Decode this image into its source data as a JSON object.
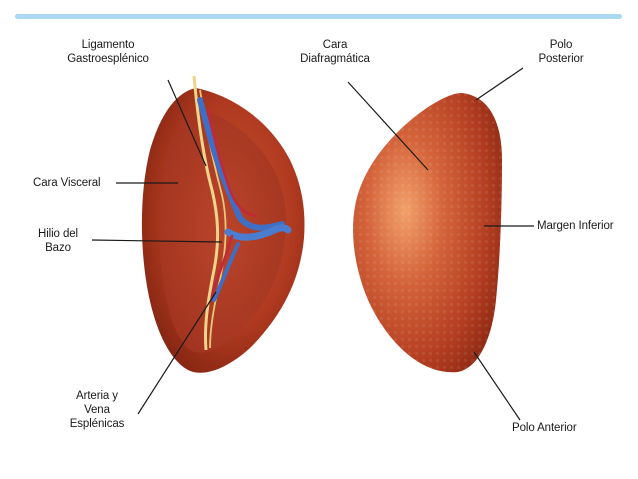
{
  "labels": {
    "ligamento": "Ligamento\nGastroesplénico",
    "cara_visceral": "Cara Visceral",
    "hilio": "Hilio del\nBazo",
    "arteria_vena": "Arteria y\nVena\nEsplénicas",
    "cara_diafragmatica": "Cara\nDiafragmática",
    "polo_posterior": "Polo\nPosterior",
    "margen_inferior": "Margen Inferior",
    "polo_anterior": "Polo Anterior"
  },
  "colors": {
    "accent_bar": "#a9daf2",
    "spleen_dark": "#8e2612",
    "spleen_mid": "#b53d22",
    "spleen_light": "#e88a5a",
    "vein": "#3f6fc4",
    "artery": "#c2283a",
    "ligament": "#efd58a"
  }
}
